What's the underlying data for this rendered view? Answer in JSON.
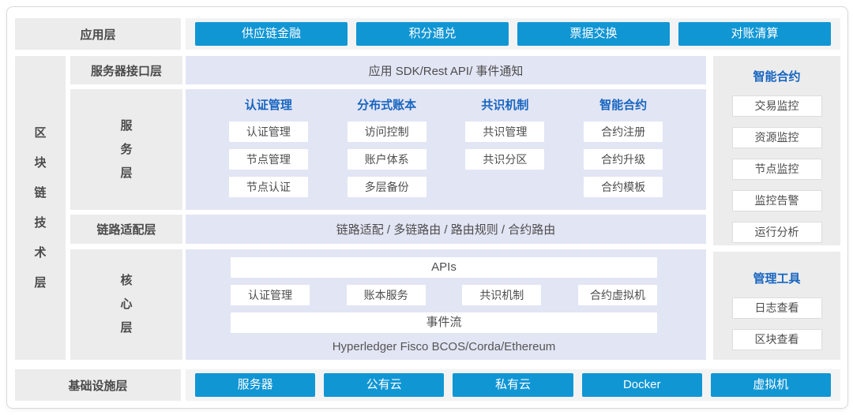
{
  "app_layer": {
    "label": "应用层",
    "buttons": [
      "供应链金融",
      "积分通兑",
      "票据交换",
      "对账清算"
    ]
  },
  "tech_layer": {
    "label_multiline": "区\n块\n链\n技\n术\n层"
  },
  "interface_layer": {
    "label": "服务器接口层",
    "content": "应用 SDK/Rest API/ 事件通知"
  },
  "service_layer": {
    "label_multiline": "服\n务\n层",
    "columns": [
      {
        "header": "认证管理",
        "items": [
          "认证管理",
          "节点管理",
          "节点认证"
        ]
      },
      {
        "header": "分布式账本",
        "items": [
          "访问控制",
          "账户体系",
          "多层备份"
        ]
      },
      {
        "header": "共识机制",
        "items": [
          "共识管理",
          "共识分区"
        ]
      },
      {
        "header": "智能合约",
        "items": [
          "合约注册",
          "合约升级",
          "合约模板"
        ]
      }
    ]
  },
  "link_layer": {
    "label": "链路适配层",
    "content": "链路适配 / 多链路由 / 路由规则 / 合约路由"
  },
  "core_layer": {
    "label_multiline": "核\n心\n层",
    "apis": "APIs",
    "modules": [
      "认证管理",
      "账本服务",
      "共识机制",
      "合约虚拟机"
    ],
    "event_stream": "事件流",
    "platforms": "Hyperledger Fisco BCOS/Corda/Ethereum"
  },
  "monitor_panel": {
    "header": "智能合约",
    "items": [
      "交易监控",
      "资源监控",
      "节点监控",
      "监控告警",
      "运行分析"
    ]
  },
  "tools_panel": {
    "header": "管理工具",
    "items": [
      "日志查看",
      "区块查看"
    ]
  },
  "infra_layer": {
    "label": "基础设施层",
    "buttons": [
      "服务器",
      "公有云",
      "私有云",
      "Docker",
      "虚拟机"
    ]
  },
  "colors": {
    "button_blue": "#1196d4",
    "header_blue": "#1765c0",
    "lavender": "#e2e5f4",
    "panel_gray": "#ececec",
    "band_gray": "#f3f3f3"
  }
}
